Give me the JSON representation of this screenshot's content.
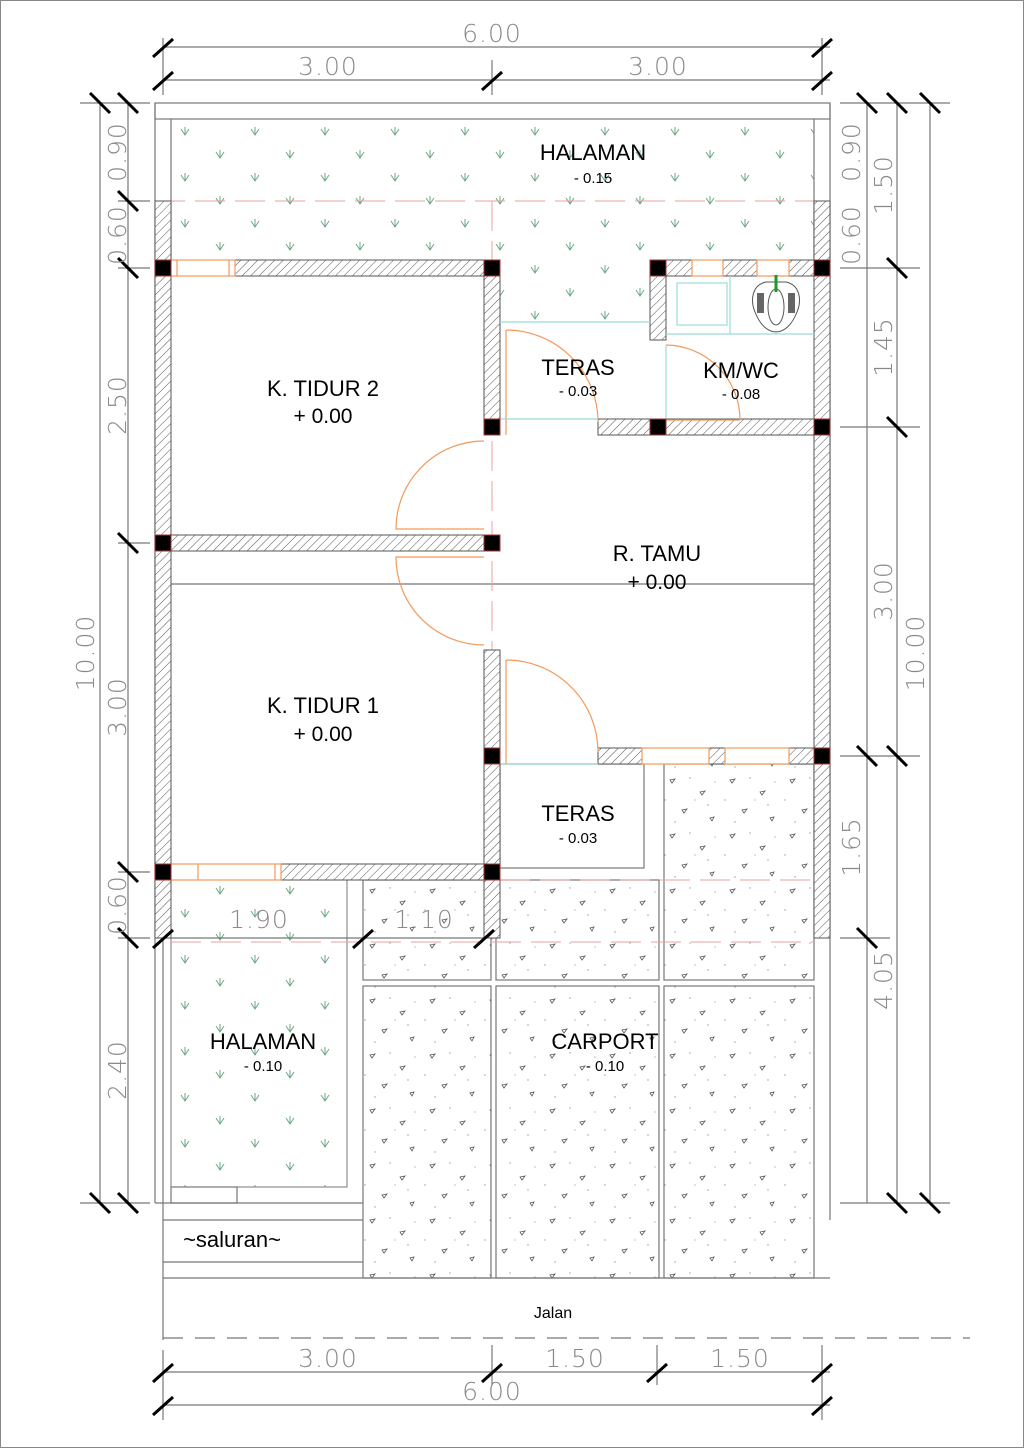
{
  "rooms": {
    "halaman_top": {
      "name": "HALAMAN",
      "level": "- 0.15"
    },
    "tidur2": {
      "name": "K. TIDUR 2",
      "level": "+ 0.00"
    },
    "teras_top": {
      "name": "TERAS",
      "level": "- 0.03"
    },
    "kmwc": {
      "name": "KM/WC",
      "level": "- 0.08"
    },
    "tamu": {
      "name": "R. TAMU",
      "level": "+ 0.00"
    },
    "tidur1": {
      "name": "K. TIDUR 1",
      "level": "+ 0.00"
    },
    "teras_bottom": {
      "name": "TERAS",
      "level": "- 0.03"
    },
    "halaman_bottom": {
      "name": "HALAMAN",
      "level": "- 0.10"
    },
    "carport": {
      "name": "CARPORT",
      "level": "- 0.10"
    }
  },
  "labels": {
    "saluran": "~saluran~",
    "jalan": "Jalan"
  },
  "dimensions": {
    "top_total": "6.00",
    "top_left": "3.00",
    "top_right": "3.00",
    "left_total": "10.00",
    "left_segments": [
      "0.90",
      "0.60",
      "2.50",
      "3.00",
      "0.60",
      "2.40"
    ],
    "right_total": "10.00",
    "right_segments": [
      "0.90",
      "0.60",
      "1.45",
      "3.00",
      "1.65",
      "4.05"
    ],
    "right_outer": "1.50",
    "inner": [
      "1.90",
      "1.10"
    ],
    "bottom_segments": [
      "3.00",
      "1.50",
      "1.50"
    ],
    "bottom_total": "6.00"
  },
  "colors": {
    "grass": "#6aa884",
    "door": "#f39a5a",
    "fixture": "#9adcd6",
    "axis": "#e8a0a0"
  }
}
